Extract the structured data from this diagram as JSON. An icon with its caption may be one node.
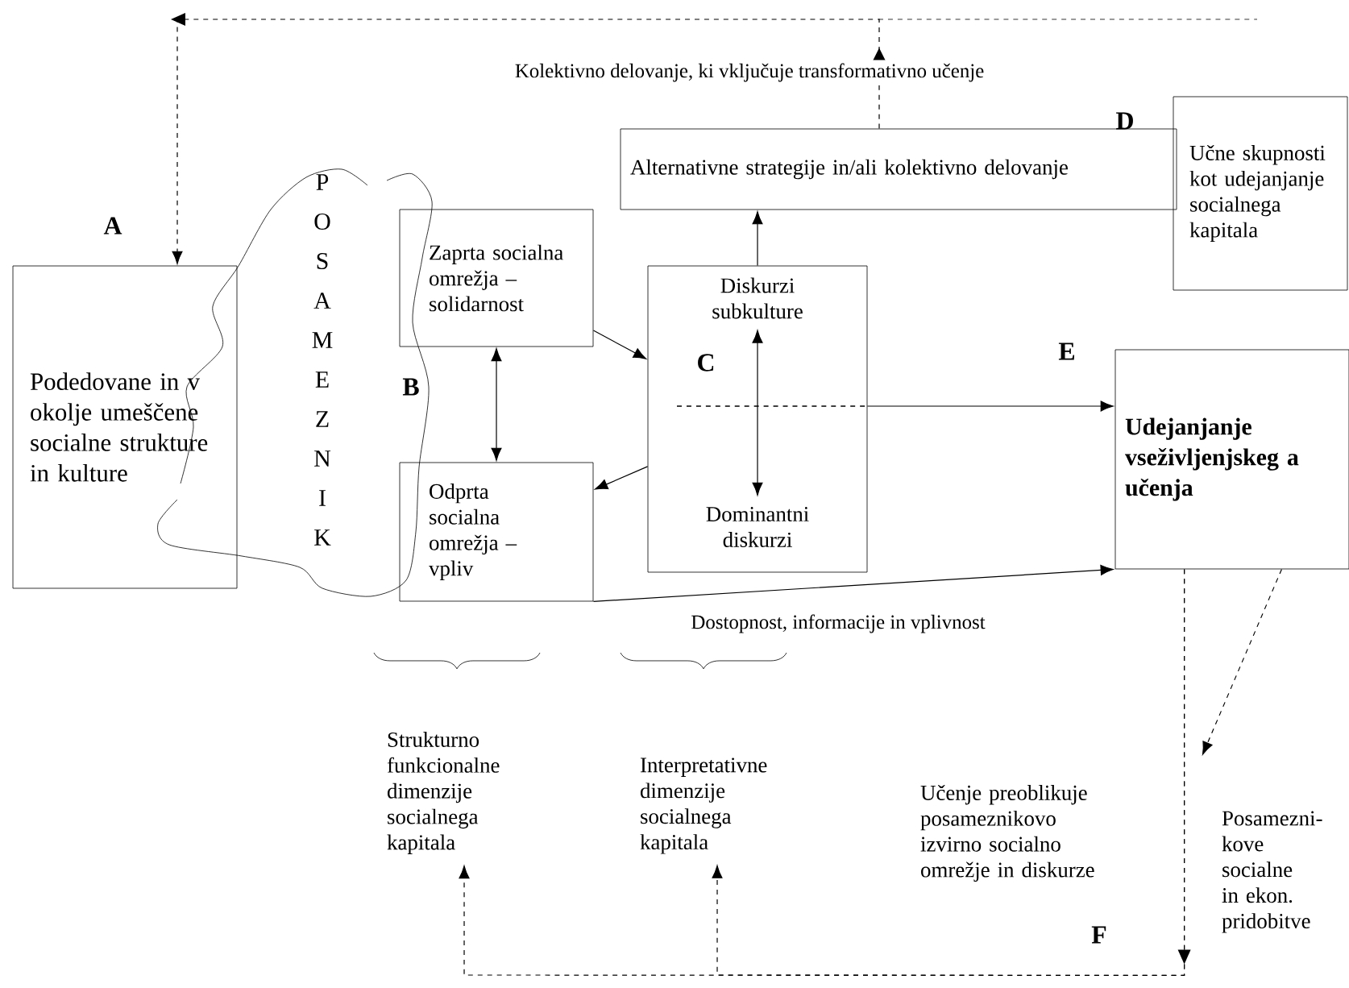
{
  "diagram": {
    "nodes": [
      {
        "text": [
          "Podedovane in v okolje umeščene socialne strukture in kulture"
        ]
      },
      {
        "text": [
          "Zaprta socialna omrežja – solidarnost"
        ]
      },
      {
        "text": [
          "Odprta socialna omrežja – vpliv"
        ]
      },
      {
        "text": [],
        "shape": "box"
      },
      {
        "text": [
          "Diskurzi subkulture"
        ],
        "in": 3
      },
      {
        "text": [
          "Dominantni diskurzi"
        ],
        "in": 3
      },
      {
        "text": [
          "Alternativne strategije in/ali kolektivno delovanje"
        ]
      },
      {
        "text": [
          "Učne skupnosti kot udejanjanje socialnega kapitala"
        ]
      },
      {
        "text": [
          "Udejanjanje vseživljenjskeg a učenja"
        ]
      },
      {
        "text": [
          "Strukturno funkcionalne dimenzije socialnega kapitala"
        ]
      },
      {
        "text": [
          "Interpretativne dimenzije socialnega kapitala"
        ]
      },
      {
        "text": [
          "Posamezni- kove socialne in ekon. pridobitve"
        ]
      }
    ],
    "edges": [
      {
        "from": 1,
        "to": 3,
        "arrow": "to"
      },
      {
        "from": 3,
        "to": 2,
        "arrow": "to"
      },
      {
        "from": 1,
        "to": 2,
        "arrow": "both"
      },
      {
        "from": 4,
        "to": 5,
        "arrow": "both"
      },
      {
        "from": 3,
        "to": 6,
        "arrow": "to"
      },
      {
        "from": 3,
        "to": 8,
        "arrow": "to"
      },
      {
        "from": 2,
        "to": 8,
        "arrow": "to",
        "label": "Dostopnost, informacije in vplivnost"
      },
      {
        "from": 6,
        "to": 0,
        "arrow": "to",
        "style": "dashed",
        "label": "Kolektivno delovanje, ki vključuje transformativno učenje"
      },
      {
        "from": 8,
        "to": 9,
        "arrow": "to",
        "style": "dashed"
      },
      {
        "from": 8,
        "to": 10,
        "arrow": "to",
        "style": "dashed"
      },
      {
        "from": 8,
        "to": 11,
        "arrow": "to",
        "style": "dashed"
      }
    ],
    "labels": [
      "D",
      "A",
      "P",
      "O",
      "S",
      "A",
      "M",
      "E",
      "Z",
      "N",
      "I",
      "K",
      "B",
      "C",
      "E",
      "Učenje preoblikuje posameznikovo izvirno socialno omrežje in diskurze",
      "F"
    ]
  }
}
